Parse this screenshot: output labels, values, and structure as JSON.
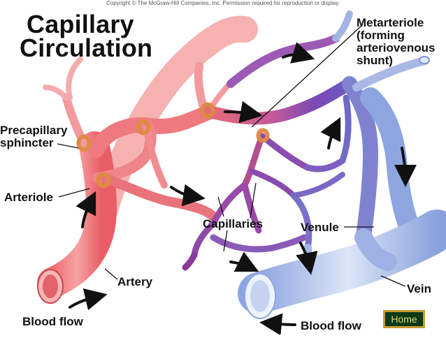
{
  "copyright": "Copyright © The McGraw-Hill Companies, Inc. Permission required for reproduction or display.",
  "title_line1": "Capillary",
  "title_line2": "Circulation",
  "labels": {
    "metarteriole_1": "Metarteriole",
    "metarteriole_2": "(forming",
    "metarteriole_3": "arteriovenous",
    "metarteriole_4": "shunt)",
    "precapillary_1": "Precapillary",
    "precapillary_2": "sphincter",
    "arteriole": "Arteriole",
    "capillaries": "Capillaries",
    "venule": "Venule",
    "artery": "Artery",
    "vein": "Vein",
    "blood_flow_left": "Blood flow",
    "blood_flow_right": "Blood flow"
  },
  "home_button": "Home",
  "colors": {
    "artery": "#f28080",
    "artery_dark": "#d94d52",
    "vein": "#a9bde8",
    "vein_dark": "#6f86c9",
    "capillary": "#9a4aa8",
    "metarteriole": "#7a3fa6",
    "sphincter": "#e89a55"
  }
}
